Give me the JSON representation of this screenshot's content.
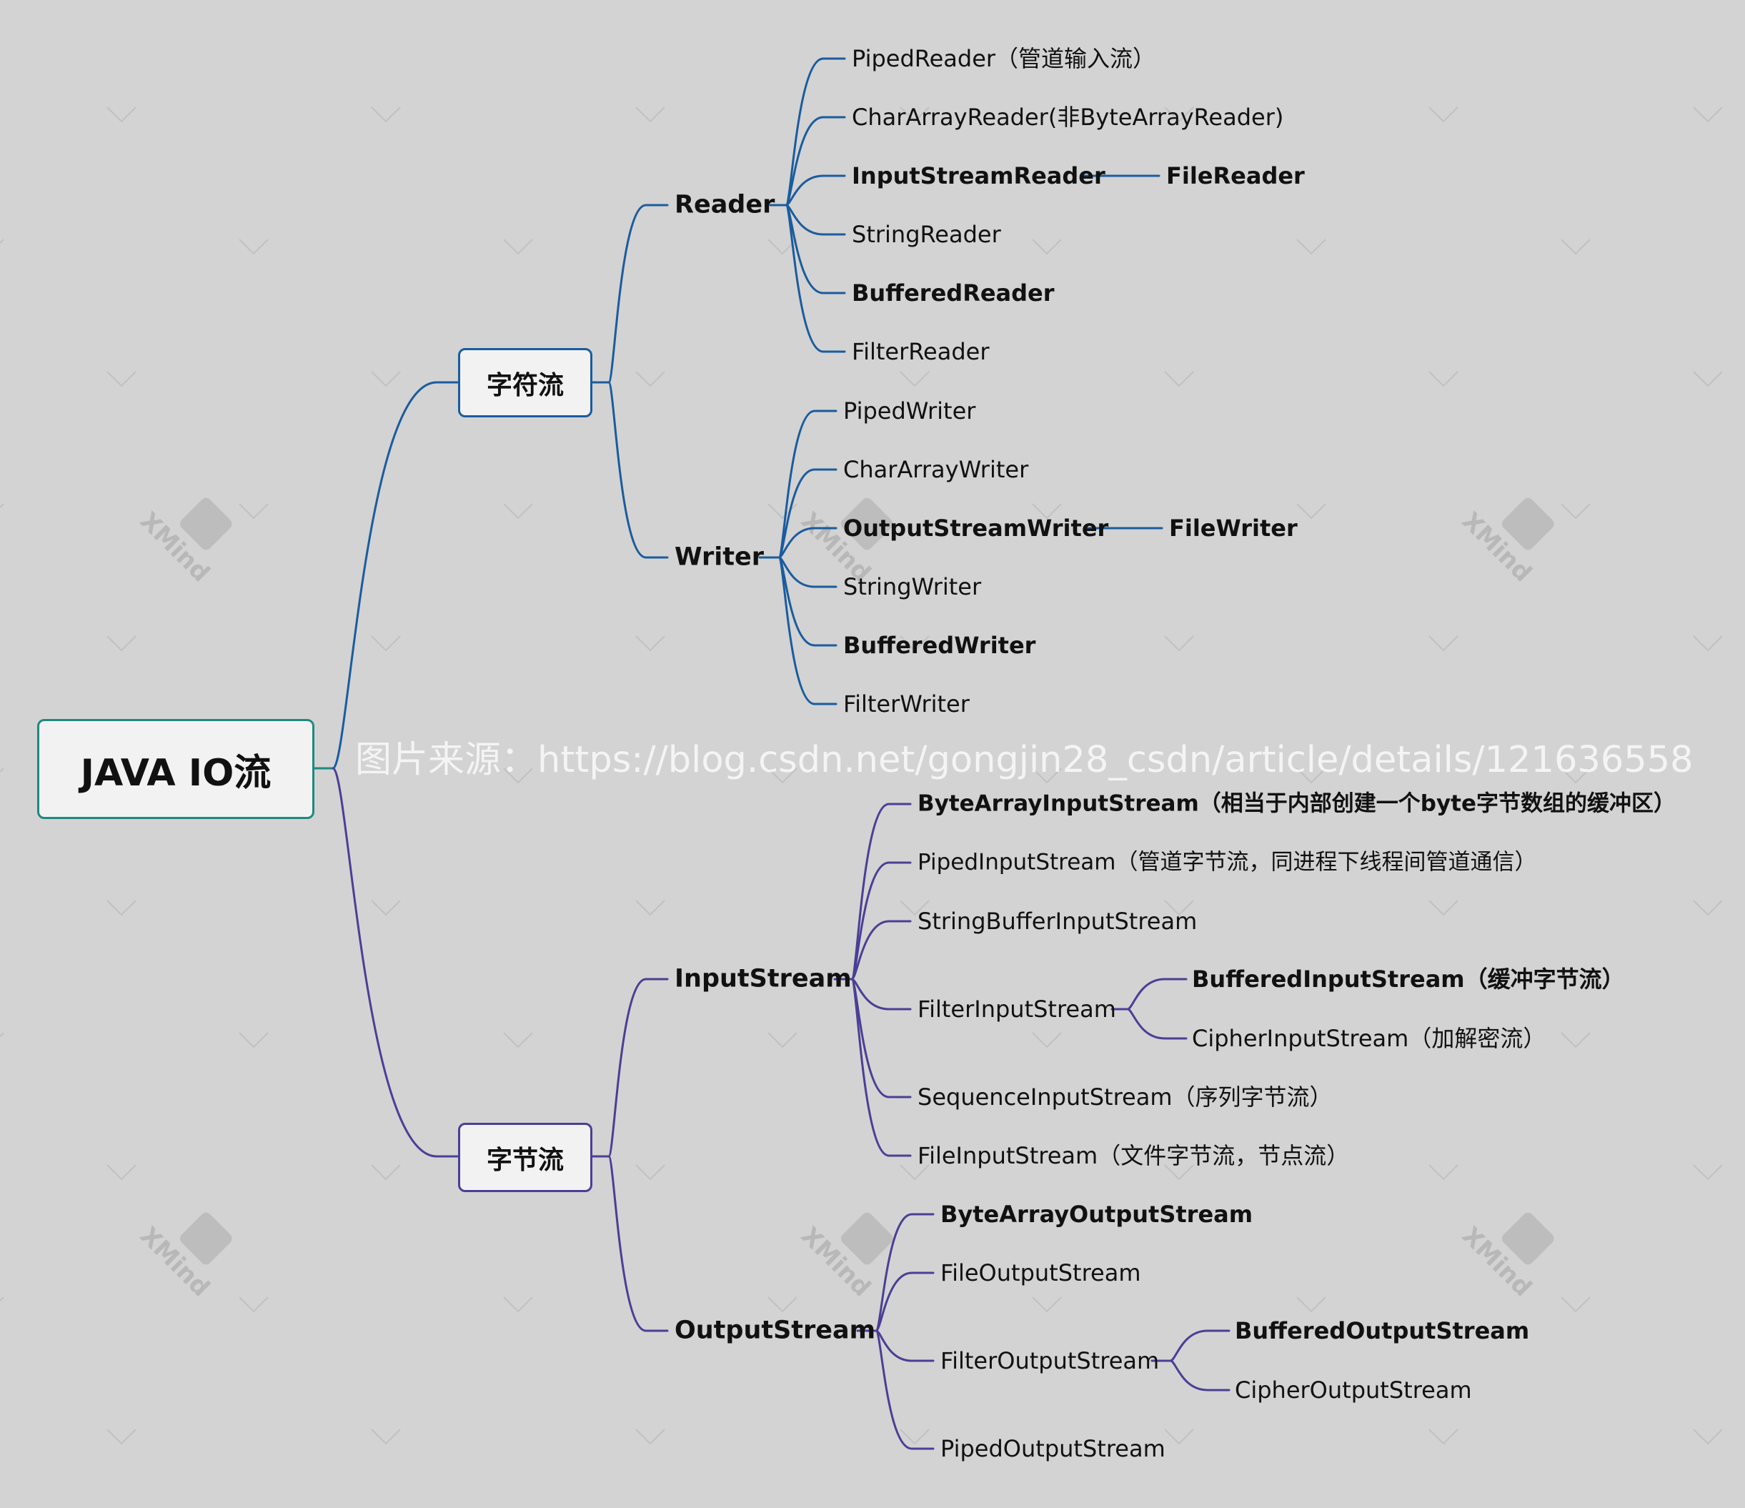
{
  "root": {
    "label": "JAVA IO流"
  },
  "branches": [
    {
      "key": "char",
      "label": "字符流",
      "color": "#1a5c9e",
      "children": [
        {
          "label": "Reader",
          "children": [
            {
              "label": "PipedReader（管道输入流）",
              "bold": false
            },
            {
              "label": "CharArrayReader(非ByteArrayReader)",
              "bold": false
            },
            {
              "label": "InputStreamReader",
              "bold": true,
              "children": [
                {
                  "label": "FileReader",
                  "bold": true
                }
              ]
            },
            {
              "label": "StringReader",
              "bold": false
            },
            {
              "label": "BufferedReader",
              "bold": true
            },
            {
              "label": "FilterReader",
              "bold": false
            }
          ]
        },
        {
          "label": "Writer",
          "children": [
            {
              "label": "PipedWriter",
              "bold": false
            },
            {
              "label": "CharArrayWriter",
              "bold": false
            },
            {
              "label": "OutputStreamWriter",
              "bold": true,
              "children": [
                {
                  "label": "FileWriter",
                  "bold": true
                }
              ]
            },
            {
              "label": "StringWriter",
              "bold": false
            },
            {
              "label": "BufferedWriter",
              "bold": true
            },
            {
              "label": "FilterWriter",
              "bold": false
            }
          ]
        }
      ]
    },
    {
      "key": "byte",
      "label": "字节流",
      "color": "#4a3f96",
      "children": [
        {
          "label": "InputStream",
          "children": [
            {
              "label": "ByteArrayInputStream（相当于内部创建一个byte字节数组的缓冲区）",
              "bold": true
            },
            {
              "label": "PipedInputStream（管道字节流，同进程下线程间管道通信）",
              "bold": false
            },
            {
              "label": "StringBufferInputStream",
              "bold": false
            },
            {
              "label": "FilterInputStream",
              "bold": false,
              "children": [
                {
                  "label": "BufferedInputStream（缓冲字节流）",
                  "bold": true
                },
                {
                  "label": "CipherInputStream（加解密流）",
                  "bold": false
                }
              ]
            },
            {
              "label": "SequenceInputStream（序列字节流）",
              "bold": false
            },
            {
              "label": "FileInputStream（文件字节流，节点流）",
              "bold": false
            }
          ]
        },
        {
          "label": "OutputStream",
          "children": [
            {
              "label": "ByteArrayOutputStream",
              "bold": true
            },
            {
              "label": "FileOutputStream",
              "bold": false
            },
            {
              "label": "FilterOutputStream",
              "bold": false,
              "children": [
                {
                  "label": "BufferedOutputStream",
                  "bold": true
                },
                {
                  "label": "CipherOutputStream",
                  "bold": false
                }
              ]
            },
            {
              "label": "PipedOutputStream",
              "bold": false
            }
          ]
        }
      ]
    }
  ],
  "watermark": {
    "text": "图片来源：https://blog.csdn.net/gongjin28_csdn/article/details/121636558",
    "logo": "XMind"
  },
  "colors": {
    "root": "#1e8a80",
    "char": "#1a5c9e",
    "byte": "#4a3f96",
    "background": "#d3d3d3"
  }
}
